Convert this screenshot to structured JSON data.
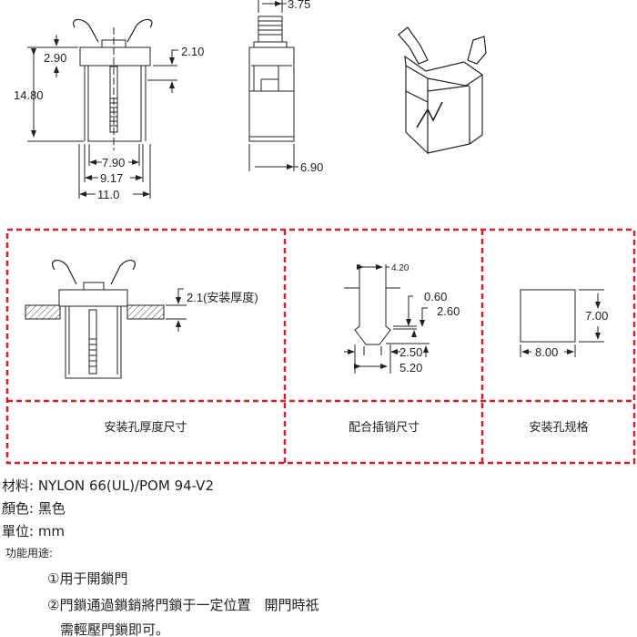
{
  "drawing": {
    "front_view": {
      "dims": [
        "2.90",
        "14.80",
        "2.10",
        "7.90",
        "9.17",
        "11.0"
      ]
    },
    "side_view": {
      "dims": [
        "3.75",
        "6.90"
      ]
    },
    "panels": [
      {
        "caption": "安装孔厚度尺寸",
        "dims": [
          "2.1(安装厚度)"
        ]
      },
      {
        "caption": "配合插销尺寸",
        "dims": [
          "4.20",
          "0.60",
          "2.60",
          "2.50",
          "5.20"
        ]
      },
      {
        "caption": "安装孔规格",
        "dims": [
          "7.00",
          "8.00"
        ]
      }
    ],
    "border_color": "#d0202a"
  },
  "specs": {
    "material": "材料: NYLON 66(UL)/POM 94-V2",
    "color": "顏色: 黑色",
    "unit": "單位: mm",
    "function_title": "功能用途:",
    "function_items": [
      "①用于開鎖門",
      "②門鎖通過鎖銷將門鎖于一定位置　開門時祇",
      "需輕壓門鎖即可。"
    ]
  }
}
